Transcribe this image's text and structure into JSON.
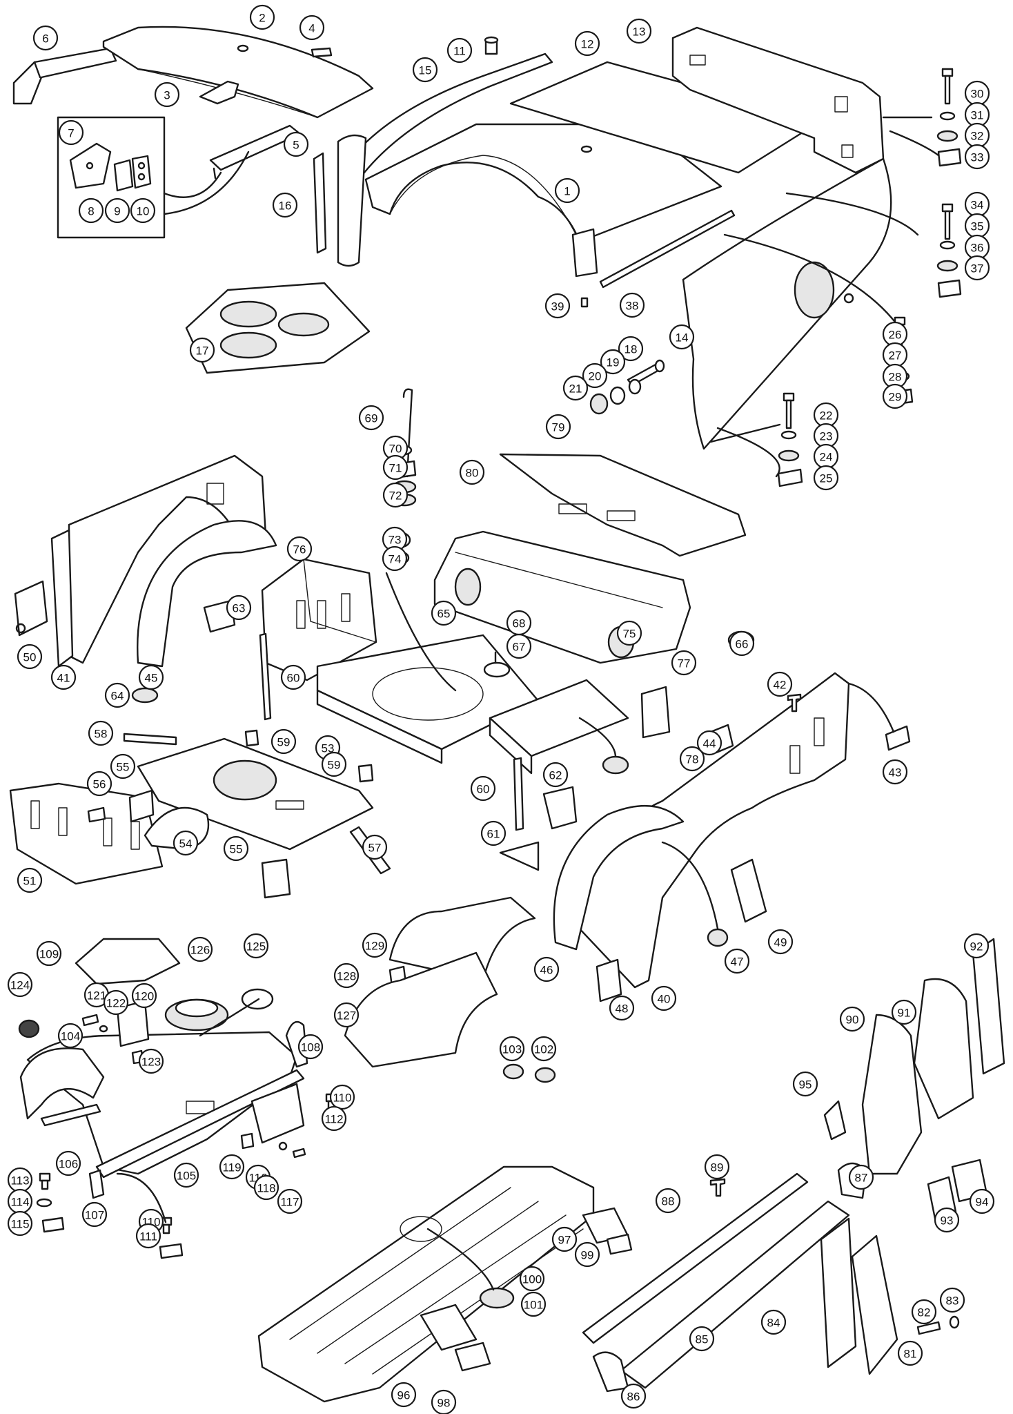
{
  "callouts": [
    {
      "label": "1"
    },
    {
      "label": "2"
    },
    {
      "label": "3"
    },
    {
      "label": "4"
    },
    {
      "label": "5"
    },
    {
      "label": "6"
    },
    {
      "label": "7"
    },
    {
      "label": "8"
    },
    {
      "label": "9"
    },
    {
      "label": "10"
    },
    {
      "label": "11"
    },
    {
      "label": "12"
    },
    {
      "label": "13"
    },
    {
      "label": "14"
    },
    {
      "label": "15"
    },
    {
      "label": "16"
    },
    {
      "label": "17"
    },
    {
      "label": "18"
    },
    {
      "label": "19"
    },
    {
      "label": "20"
    },
    {
      "label": "21"
    },
    {
      "label": "22"
    },
    {
      "label": "23"
    },
    {
      "label": "24"
    },
    {
      "label": "25"
    },
    {
      "label": "26"
    },
    {
      "label": "27"
    },
    {
      "label": "28"
    },
    {
      "label": "29"
    },
    {
      "label": "30"
    },
    {
      "label": "31"
    },
    {
      "label": "32"
    },
    {
      "label": "33"
    },
    {
      "label": "34"
    },
    {
      "label": "35"
    },
    {
      "label": "36"
    },
    {
      "label": "37"
    },
    {
      "label": "38"
    },
    {
      "label": "39"
    },
    {
      "label": "40"
    },
    {
      "label": "41"
    },
    {
      "label": "42"
    },
    {
      "label": "43"
    },
    {
      "label": "44"
    },
    {
      "label": "45"
    },
    {
      "label": "46"
    },
    {
      "label": "47"
    },
    {
      "label": "48"
    },
    {
      "label": "49"
    },
    {
      "label": "50"
    },
    {
      "label": "51"
    },
    {
      "label": "53"
    },
    {
      "label": "54"
    },
    {
      "label": "55"
    },
    {
      "label": "55"
    },
    {
      "label": "56"
    },
    {
      "label": "57"
    },
    {
      "label": "58"
    },
    {
      "label": "59"
    },
    {
      "label": "59"
    },
    {
      "label": "60"
    },
    {
      "label": "60"
    },
    {
      "label": "61"
    },
    {
      "label": "62"
    },
    {
      "label": "63"
    },
    {
      "label": "64"
    },
    {
      "label": "65"
    },
    {
      "label": "66"
    },
    {
      "label": "67"
    },
    {
      "label": "68"
    },
    {
      "label": "69"
    },
    {
      "label": "70"
    },
    {
      "label": "71"
    },
    {
      "label": "72"
    },
    {
      "label": "73"
    },
    {
      "label": "74"
    },
    {
      "label": "75"
    },
    {
      "label": "76"
    },
    {
      "label": "77"
    },
    {
      "label": "78"
    },
    {
      "label": "79"
    },
    {
      "label": "80"
    },
    {
      "label": "81"
    },
    {
      "label": "82"
    },
    {
      "label": "83"
    },
    {
      "label": "84"
    },
    {
      "label": "85"
    },
    {
      "label": "86"
    },
    {
      "label": "87"
    },
    {
      "label": "88"
    },
    {
      "label": "89"
    },
    {
      "label": "90"
    },
    {
      "label": "91"
    },
    {
      "label": "92"
    },
    {
      "label": "93"
    },
    {
      "label": "94"
    },
    {
      "label": "95"
    },
    {
      "label": "96"
    },
    {
      "label": "97"
    },
    {
      "label": "98"
    },
    {
      "label": "99"
    },
    {
      "label": "100"
    },
    {
      "label": "101"
    },
    {
      "label": "102"
    },
    {
      "label": "103"
    },
    {
      "label": "104"
    },
    {
      "label": "105"
    },
    {
      "label": "106"
    },
    {
      "label": "107"
    },
    {
      "label": "108"
    },
    {
      "label": "109"
    },
    {
      "label": "110"
    },
    {
      "label": "110"
    },
    {
      "label": "111"
    },
    {
      "label": "112"
    },
    {
      "label": "113"
    },
    {
      "label": "114"
    },
    {
      "label": "115"
    },
    {
      "label": "116"
    },
    {
      "label": "117"
    },
    {
      "label": "118"
    },
    {
      "label": "119"
    },
    {
      "label": "120"
    },
    {
      "label": "121"
    },
    {
      "label": "122"
    },
    {
      "label": "123"
    },
    {
      "label": "124"
    },
    {
      "label": "125"
    },
    {
      "label": "126"
    },
    {
      "label": "127"
    },
    {
      "label": "128"
    },
    {
      "label": "129"
    }
  ]
}
